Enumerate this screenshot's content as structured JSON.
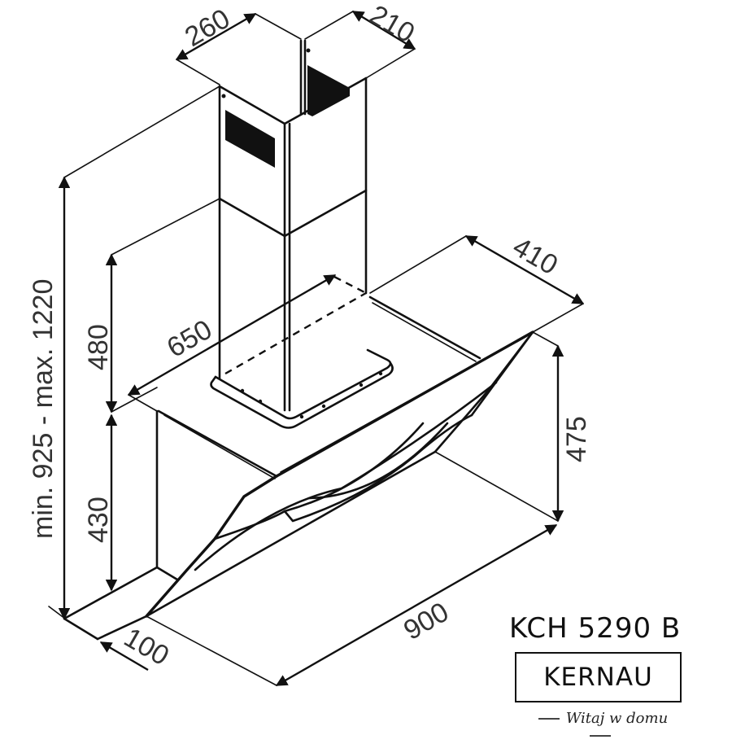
{
  "product": {
    "model": "KCH 5290 B",
    "brand": "KERNAU",
    "tagline": "Witaj w domu",
    "type": "angled glass chimney cooker hood"
  },
  "dimensions": {
    "chimney_width": "260",
    "chimney_depth": "210",
    "total_height": "min. 925 - max. 1220",
    "upper_chimney_height": "480",
    "lower_body_height": "430",
    "body_width": "650",
    "body_depth": "410",
    "glass_height": "475",
    "hood_width": "900",
    "glass_offset": "100"
  },
  "units": "mm",
  "colors": {
    "line": "#111111",
    "text": "#333333",
    "background": "#ffffff"
  }
}
